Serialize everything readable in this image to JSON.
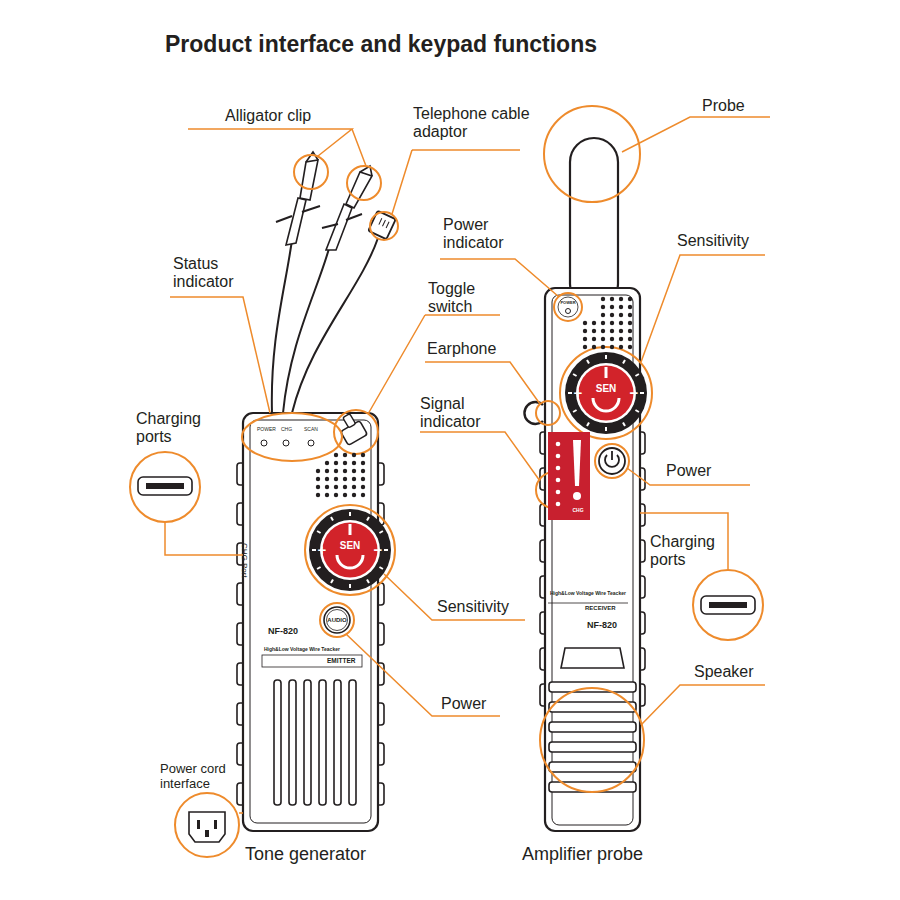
{
  "diagram": {
    "title": "Product interface and keypad functions",
    "nodes": [
      {
        "text": [
          "+",
          "SEN",
          "−"
        ]
      },
      {
        "text": [
          "AUDIO"
        ]
      },
      {
        "text": [
          "POWER"
        ]
      },
      {
        "text": [
          "+",
          "SEN",
          "−"
        ]
      },
      {
        "text": [
          "CHG"
        ]
      }
    ],
    "labels": [
      "Alligator clip",
      "Telephone cable adaptor",
      "Status indicator",
      "Toggle switch",
      "Charging ports",
      "POWER",
      "CHG",
      "SCAN",
      "CHG Port",
      "NF-820",
      "High&Low Voltage Wire Teacker",
      "EMITTER",
      "Sensitivity",
      "Power",
      "Power cord interface",
      "Tone generator",
      "Probe",
      "Power indicator",
      "Sensitivity",
      "Earphone",
      "Signal indicator",
      "Power",
      "Charging ports",
      "High&Low Voltage Wire Teacker",
      "RECEIVER",
      "NF-820",
      "Speaker",
      "Amplifier probe"
    ]
  }
}
